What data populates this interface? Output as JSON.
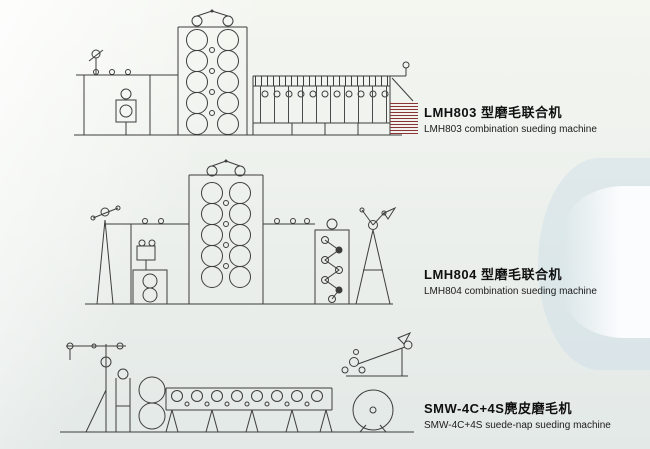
{
  "colors": {
    "background_top": "#f4f6f0",
    "background_bottom": "#e3e9e7",
    "line_ink": "#3d3d3d",
    "fabric_stack_red": "#8c3434",
    "text": "#101010"
  },
  "diagrams": [
    {
      "id": "lmh803",
      "title_zh": "LMH803 型磨毛联合机",
      "title_en": "LMH803 combination sueding machine"
    },
    {
      "id": "lmh804",
      "title_zh": "LMH804 型磨毛联合机",
      "title_en": "LMH804 combination sueding machine"
    },
    {
      "id": "smw4c4s",
      "title_zh": "SMW-4C+4S麂皮磨毛机",
      "title_en": "SMW-4C+4S suede-nap sueding machine"
    }
  ]
}
